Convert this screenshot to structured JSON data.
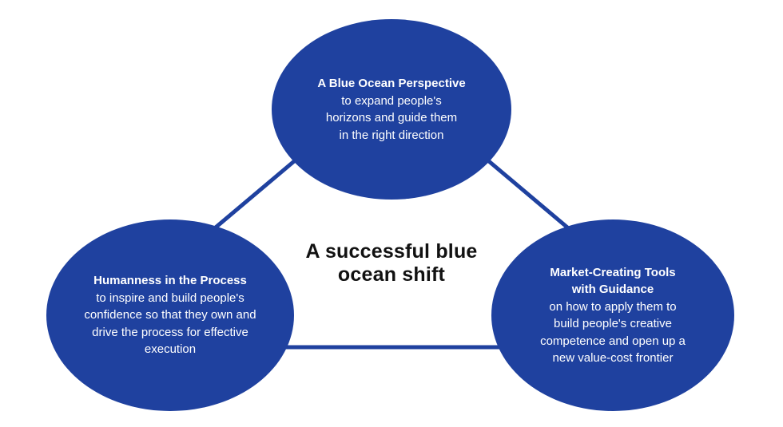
{
  "diagram": {
    "center_title": {
      "lines": [
        "A successful blue",
        "ocean shift"
      ]
    },
    "nodes": {
      "top": {
        "heading_lines": [
          "A Blue Ocean Perspective"
        ],
        "body_lines": [
          "to expand people's",
          "horizons and guide them",
          "in the right direction"
        ]
      },
      "left": {
        "heading_lines": [
          "Humanness in the Process"
        ],
        "body_lines": [
          "to inspire and build people's",
          "confidence so that they own and",
          "drive the process for effective",
          "execution"
        ]
      },
      "right": {
        "heading_lines": [
          "Market-Creating Tools",
          "with Guidance"
        ],
        "body_lines": [
          "on how to apply them to",
          "build people's creative",
          "competence and open up a",
          "new value-cost frontier"
        ]
      }
    },
    "colors": {
      "node_fill": "#1f419f",
      "node_text": "#ffffff",
      "title_text": "#111111",
      "connector": "#1f419f",
      "background": "#ffffff"
    }
  }
}
